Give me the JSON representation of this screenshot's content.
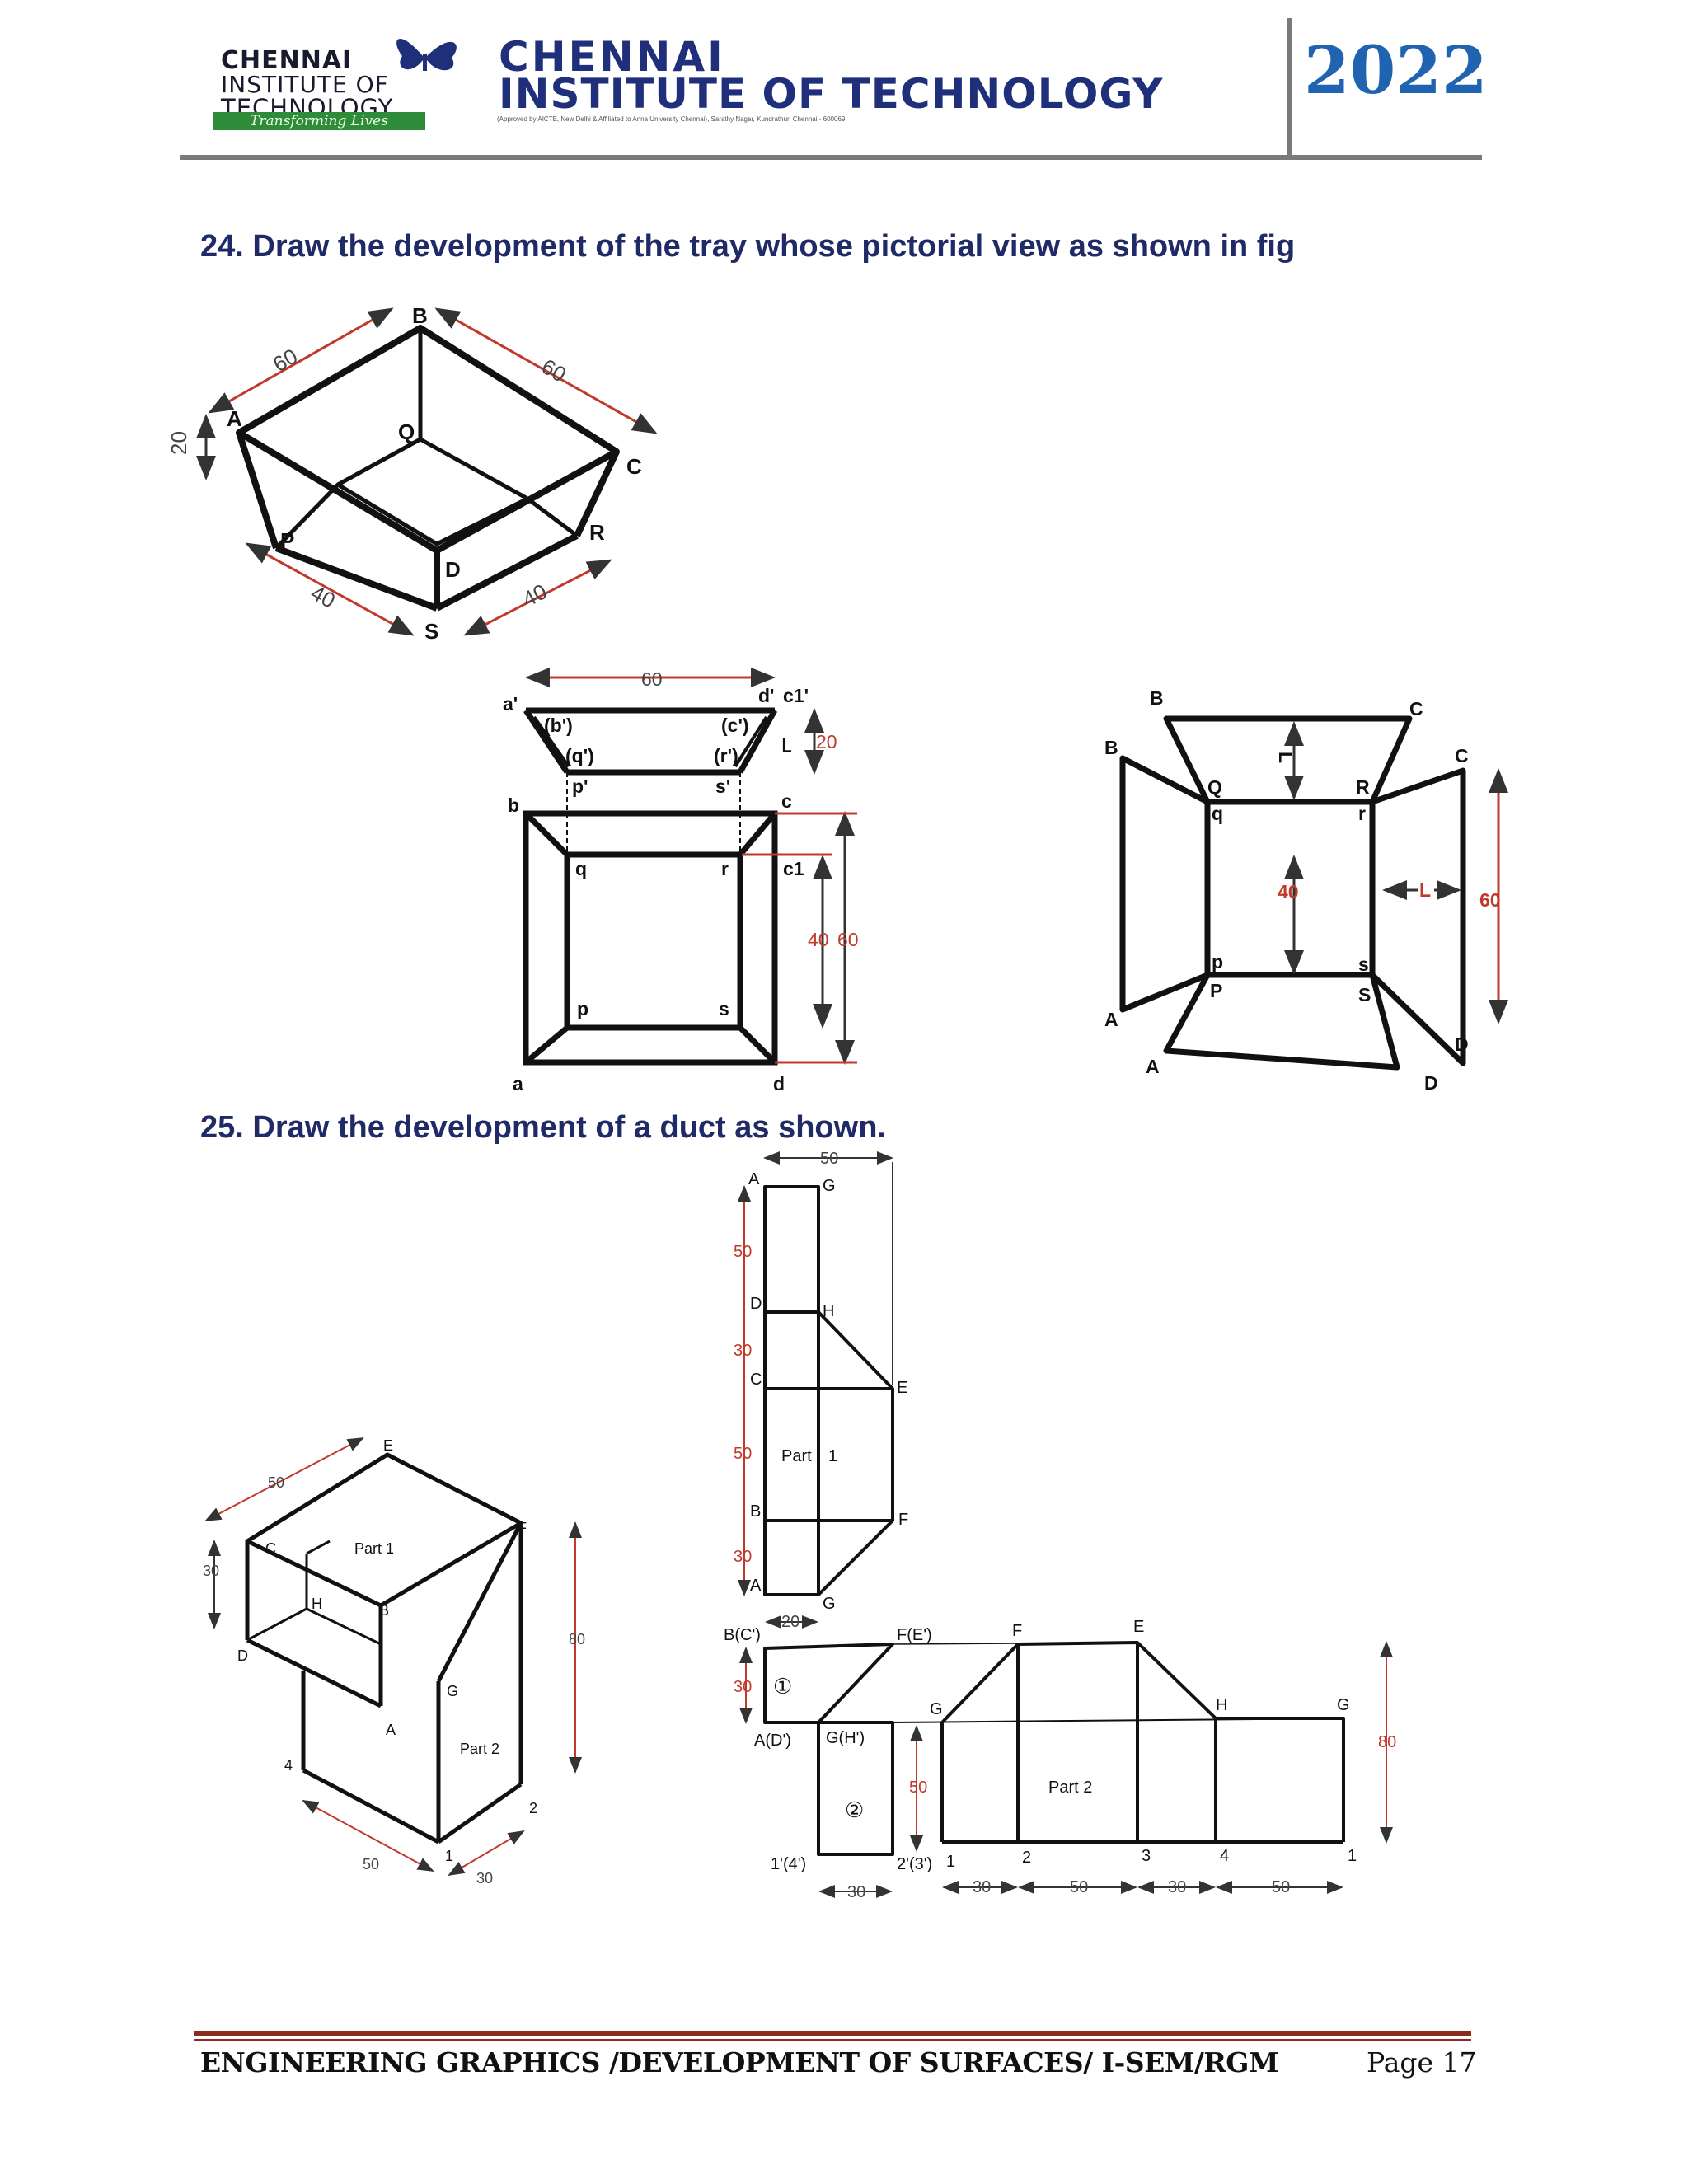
{
  "header": {
    "logo_line1": "CHENNAI",
    "logo_line2": "INSTITUTE OF",
    "logo_line3": "TECHNOLOGY",
    "logo_tagline": "Transforming Lives",
    "institute_line1": "CHENNAI",
    "institute_line2": "INSTITUTE OF TECHNOLOGY",
    "institute_subline": "(Approved by AICTE, New Delhi & Affiliated to Anna University Chennai), Sarathy Nagar, Kundrathur, Chennai - 600069",
    "year": "2022"
  },
  "questions": [
    {
      "number": "24.",
      "text": "Draw the development of the tray whose pictorial view as shown in fig"
    },
    {
      "number": "25.",
      "text": "Draw the development of a duct as shown."
    }
  ],
  "figures": {
    "tray_pictorial": {
      "labels": [
        "A",
        "B",
        "C",
        "D",
        "P",
        "Q",
        "R",
        "S"
      ],
      "dims": [
        "60",
        "60",
        "20",
        "40",
        "40"
      ]
    },
    "tray_orthographic": {
      "labels": [
        "a'",
        "(b')",
        "(c')",
        "d'",
        "c1'",
        "(q')",
        "(r')",
        "p'",
        "s'",
        "b",
        "c",
        "q",
        "r",
        "c1",
        "p",
        "s",
        "a",
        "d"
      ],
      "dims": [
        "60",
        "20",
        "L",
        "40",
        "60"
      ]
    },
    "tray_development": {
      "labels": [
        "B",
        "C",
        "B",
        "C",
        "Q",
        "q",
        "R",
        "r",
        "P",
        "p",
        "S",
        "s",
        "A",
        "A",
        "D",
        "D"
      ],
      "dims": [
        "L",
        "40",
        "L",
        "60"
      ]
    },
    "duct_pictorial": {
      "labels": [
        "E",
        "C",
        "H",
        "B",
        "F",
        "G",
        "A",
        "D",
        "4",
        "1",
        "2",
        "Part 1",
        "Part 2"
      ],
      "dims": [
        "50",
        "30",
        "80",
        "50",
        "30"
      ]
    },
    "duct_part1": {
      "labels": [
        "A",
        "G",
        "D",
        "H",
        "C",
        "E",
        "Part",
        "1",
        "B",
        "F",
        "A",
        "G"
      ],
      "dims": [
        "50",
        "50",
        "30",
        "50",
        "30"
      ]
    },
    "duct_part2": {
      "labels": [
        "B(C')",
        "F(E')",
        "F",
        "E",
        "G",
        "H",
        "G",
        "A(D')",
        "G(H')",
        "1'(4')",
        "2'(3')",
        "1",
        "2",
        "3",
        "4",
        "1",
        "Part 2",
        "①",
        "②"
      ],
      "dims": [
        "20",
        "30",
        "50",
        "80",
        "30",
        "30",
        "50",
        "30",
        "50"
      ]
    }
  },
  "footer": {
    "left": "ENGINEERING GRAPHICS /DEVELOPMENT OF SURFACES/ I-SEM/RGM",
    "right": "Page 17"
  }
}
